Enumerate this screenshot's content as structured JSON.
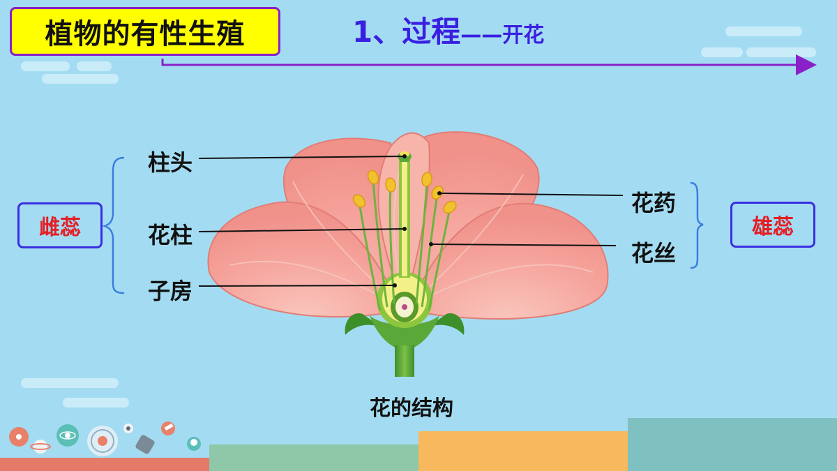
{
  "title": "植物的有性生殖",
  "heading": {
    "main": "1、过程",
    "dash": "——",
    "sub": "开花"
  },
  "labels": {
    "stigma": "柱头",
    "style": "花柱",
    "ovary": "子房",
    "anther": "花药",
    "filament": "花丝"
  },
  "groups": {
    "pistil": "雌蕊",
    "stamen": "雄蕊"
  },
  "caption": "花的结构",
  "colors": {
    "background": "#a3dcf2",
    "title_fill": "#ffff00",
    "title_border": "#8a20c8",
    "heading": "#3a1fe0",
    "group_text": "#e31e24",
    "group_border": "#3a2ee0",
    "petal": "#f4a6a0",
    "footer": [
      "#e57a68",
      "#8ec8a8",
      "#f8b85e",
      "#7fc1c0"
    ]
  },
  "icons": [
    "atom-icon",
    "satellite-icon",
    "orbit-icon",
    "rocket-icon",
    "planet-icon",
    "telescope-icon",
    "robot-icon"
  ]
}
